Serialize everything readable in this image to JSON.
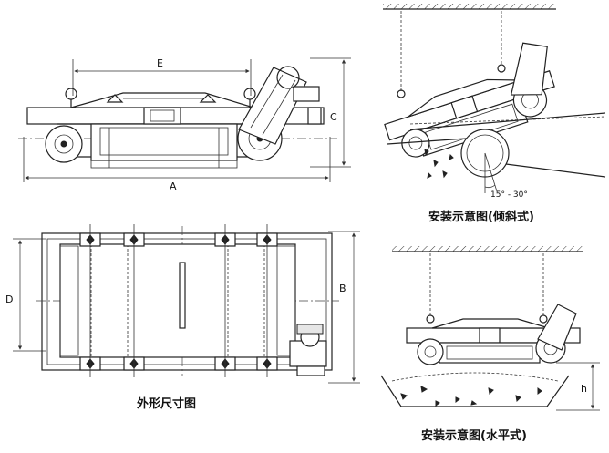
{
  "labels": {
    "dim_e": "E",
    "dim_a": "A",
    "dim_c": "C",
    "dim_d": "D",
    "dim_b": "B",
    "dim_h": "h",
    "angle": "15° - 30°"
  },
  "captions": {
    "outline": "外形尺寸图",
    "inclined": "安装示意图(倾斜式)",
    "horizontal": "安装示意图(水平式)"
  }
}
